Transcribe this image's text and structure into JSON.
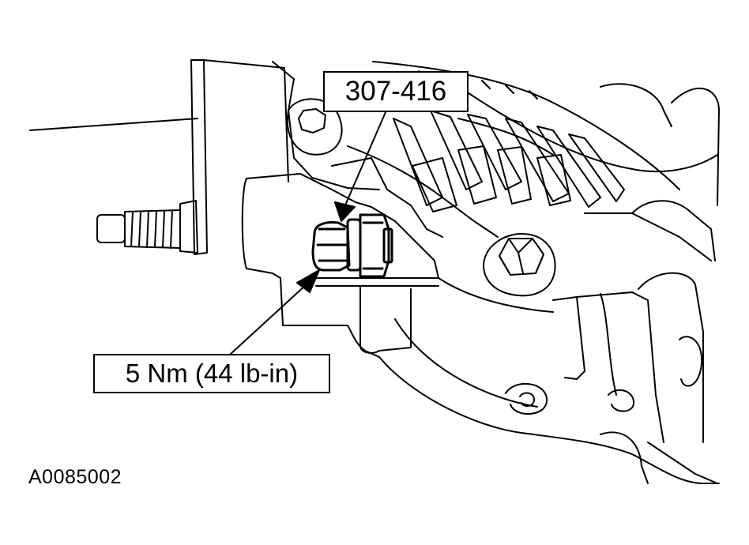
{
  "callouts": {
    "tool_number": "307-416",
    "torque_spec": "5 Nm (44 lb-in)"
  },
  "figure_id": "A0085002",
  "colors": {
    "line": "#000000",
    "background": "#ffffff"
  }
}
